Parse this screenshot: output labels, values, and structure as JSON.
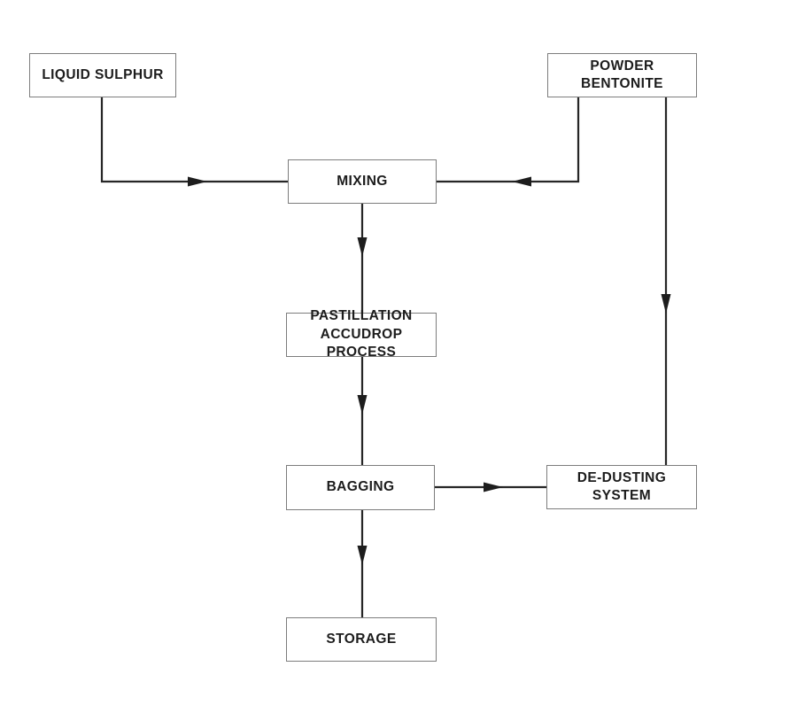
{
  "diagram_type": "flowchart",
  "nodes": {
    "liquid_sulphur": {
      "label": "LIQUID SULPHUR"
    },
    "powder_bentonite": {
      "label": "POWDER BENTONITE"
    },
    "mixing": {
      "label": "MIXING"
    },
    "pastillation": {
      "label": "PASTILLATION\nACCUDROP PROCESS"
    },
    "bagging": {
      "label": "BAGGING"
    },
    "dedusting": {
      "label": "DE-DUSTING SYSTEM"
    },
    "storage": {
      "label": "STORAGE"
    }
  },
  "edges": [
    {
      "from": "liquid_sulphur",
      "to": "mixing",
      "route": "down-then-right"
    },
    {
      "from": "powder_bentonite",
      "to": "mixing",
      "route": "down-then-left"
    },
    {
      "from": "powder_bentonite",
      "to": "dedusting",
      "route": "straight-down"
    },
    {
      "from": "mixing",
      "to": "pastillation",
      "route": "straight-down"
    },
    {
      "from": "pastillation",
      "to": "bagging",
      "route": "straight-down"
    },
    {
      "from": "bagging",
      "to": "dedusting",
      "route": "straight-right"
    },
    {
      "from": "bagging",
      "to": "storage",
      "route": "straight-down"
    }
  ],
  "colors": {
    "background": "#ffffff",
    "box_border": "#7d7d7d",
    "box_fill": "#ffffff",
    "connector_line": "#262626",
    "arrowhead": "#1d1d1d",
    "text": "#1c1c1c"
  }
}
